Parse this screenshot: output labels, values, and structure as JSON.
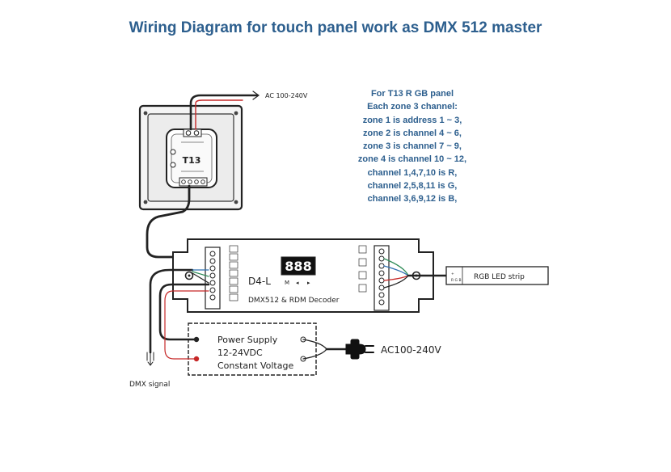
{
  "title": "Wiring Diagram for touch panel work as DMX 512 master",
  "notes": [
    "For T13 R GB panel",
    "Each zone 3 channel:",
    "zone 1 is address 1 ~ 3,",
    "zone 2 is channel 4 ~ 6,",
    "zone 3 is channel 7 ~ 9,",
    "zone 4 is channel 10 ~ 12,",
    "channel 1,4,7,10 is R,",
    "channel 2,5,8,11 is G,",
    "channel 3,6,9,12 is B,"
  ],
  "panel": {
    "label": "T13"
  },
  "ac_panel": "AC 100-240V",
  "decoder": {
    "display": "888",
    "model": "D4-L",
    "name": "DMX512 & RDM Decoder",
    "button_labels": [
      "M",
      "◂",
      "▸"
    ]
  },
  "led_strip": "RGB LED strip",
  "power_supply": [
    "Power Supply",
    "12-24VDC",
    "Constant Voltage"
  ],
  "ac_plug": "AC100-240V",
  "dmx_signal": "DMX signal",
  "colors": {
    "title": "#2d5f8e",
    "notes": "#2d5f8e",
    "line": "#222222",
    "wire_red": "#c62828",
    "wire_green": "#2e8b57",
    "wire_blue": "#2f6fb0"
  }
}
